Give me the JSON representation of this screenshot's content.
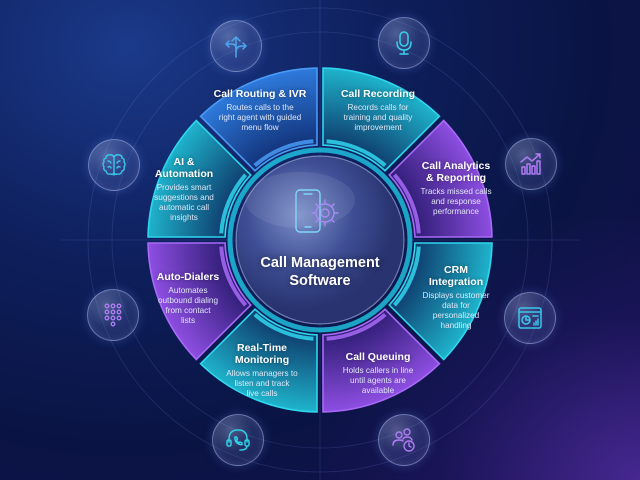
{
  "hub": {
    "title_line1": "Call Management",
    "title_line2": "Software",
    "icon": "phone-gear-icon"
  },
  "segments": [
    {
      "title_line1": "Call Routing & IVR",
      "title_line2": "",
      "desc": [
        "Routes calls to the",
        "right agent with guided",
        "menu flow"
      ],
      "icon": "route-split-arrows-icon",
      "color": "#2f7de0"
    },
    {
      "title_line1": "Call Recording",
      "title_line2": "",
      "desc": [
        "Records calls for",
        "training and quality",
        "improvement"
      ],
      "icon": "microphone-icon",
      "color": "#1fb3d1"
    },
    {
      "title_line1": "Call Analytics",
      "title_line2": "& Reporting",
      "desc": [
        "Tracks missed calls",
        "and response",
        "performance"
      ],
      "icon": "bar-chart-trend-icon",
      "color": "#8a4fe0"
    },
    {
      "title_line1": "CRM",
      "title_line2": "Integration",
      "desc": [
        "Displays customer",
        "data for",
        "personalized",
        "handling"
      ],
      "icon": "dashboard-window-icon",
      "color": "#1fa9c7"
    },
    {
      "title_line1": "Call Queuing",
      "title_line2": "",
      "desc": [
        "Holds callers in line",
        "until agents are",
        "available"
      ],
      "icon": "users-clock-icon",
      "color": "#8a4fe0"
    },
    {
      "title_line1": "Real-Time",
      "title_line2": "Monitoring",
      "desc": [
        "Allows managers to",
        "listen and track",
        "live calls"
      ],
      "icon": "headset-phone-icon",
      "color": "#1fa9c7"
    },
    {
      "title_line1": "Auto-Dialers",
      "title_line2": "",
      "desc": [
        "Automates",
        "outbound dialing",
        "from contact",
        "lists"
      ],
      "icon": "dial-pad-icon",
      "color": "#8a4fe0"
    },
    {
      "title_line1": "AI &",
      "title_line2": "Automation",
      "desc": [
        "Provides smart",
        "suggestions and",
        "automatic call",
        "insights"
      ],
      "icon": "brain-icon",
      "color": "#1fa9c7"
    }
  ],
  "colors": {
    "cyan": "#22d3ee",
    "blue": "#3b82f6",
    "purple": "#a855f7",
    "background": "#0c1a52"
  }
}
